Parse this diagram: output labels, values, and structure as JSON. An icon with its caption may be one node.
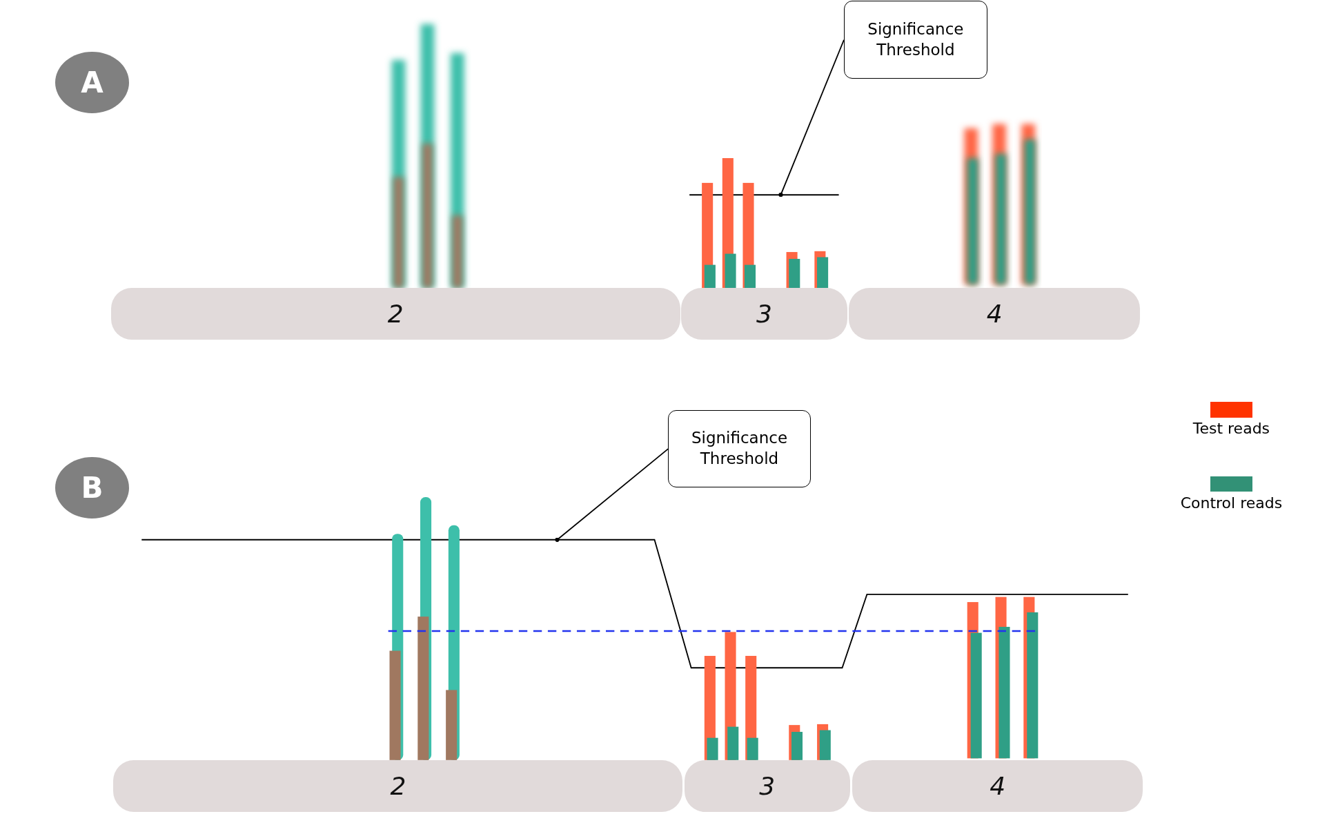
{
  "diagram": {
    "nodes": [
      {
        "text": [
          "A"
        ]
      },
      {
        "text": [
          "Significance Threshold"
        ]
      },
      {
        "text": [
          "2"
        ]
      },
      {
        "text": [
          "3"
        ]
      },
      {
        "text": [
          "4"
        ]
      },
      {
        "text": [
          "B"
        ]
      },
      {
        "text": [
          "Significance Threshold"
        ]
      },
      {
        "text": [
          "2"
        ]
      },
      {
        "text": [
          "3"
        ]
      },
      {
        "text": [
          "4"
        ]
      },
      {
        "text": [],
        "shape": "line"
      },
      {
        "text": [],
        "shape": "line"
      }
    ],
    "edges": [
      {
        "from": 1,
        "to": 10,
        "arrow": "other"
      },
      {
        "from": 6,
        "to": 11,
        "arrow": "other"
      }
    ],
    "legend": [
      {
        "text": "Test reads",
        "color": "#ff3300"
      },
      {
        "text": "Control reads",
        "color": "#329176"
      }
    ]
  }
}
